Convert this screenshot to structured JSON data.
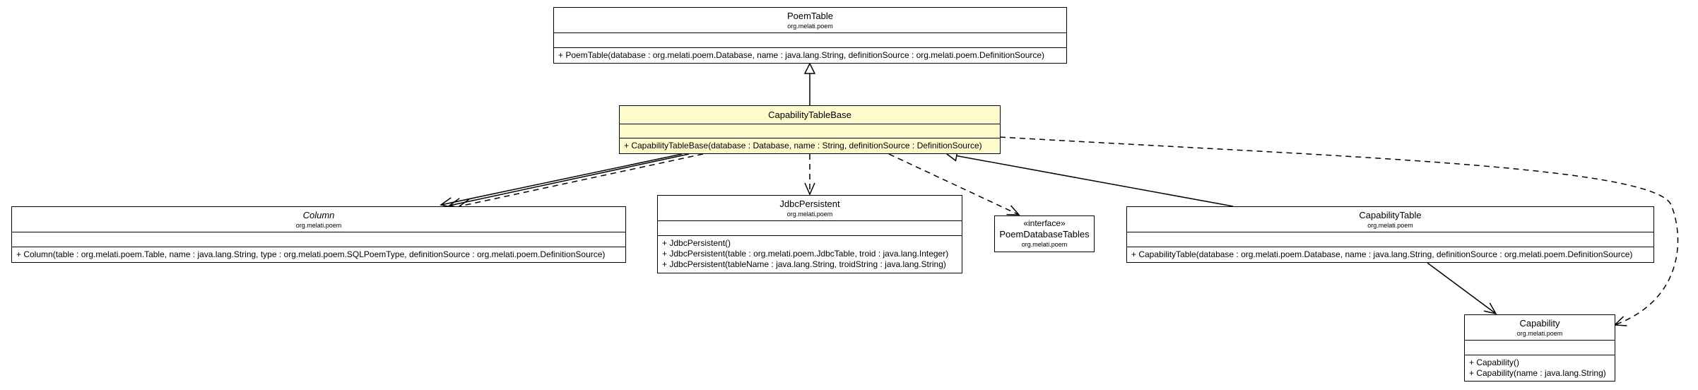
{
  "classes": {
    "poem_table": {
      "name": "PoemTable",
      "package": "org.melati.poem",
      "operations": [
        "+ PoemTable(database : org.melati.poem.Database, name : java.lang.String, definitionSource : org.melati.poem.DefinitionSource)"
      ]
    },
    "capability_table_base": {
      "name": "CapabilityTableBase",
      "operations": [
        "+ CapabilityTableBase(database : Database, name : String, definitionSource : DefinitionSource)"
      ]
    },
    "column": {
      "name": "Column",
      "package": "org.melati.poem",
      "operations": [
        "+ Column(table : org.melati.poem.Table, name : java.lang.String, type : org.melati.poem.SQLPoemType, definitionSource : org.melati.poem.DefinitionSource)"
      ]
    },
    "jdbc_persistent": {
      "name": "JdbcPersistent",
      "package": "org.melati.poem",
      "operations": [
        "+ JdbcPersistent()",
        "+ JdbcPersistent(table : org.melati.poem.JdbcTable, troid : java.lang.Integer)",
        "+ JdbcPersistent(tableName : java.lang.String, troidString : java.lang.String)"
      ]
    },
    "poem_database_tables": {
      "stereotype": "«interface»",
      "name": "PoemDatabaseTables",
      "package": "org.melati.poem"
    },
    "capability_table": {
      "name": "CapabilityTable",
      "package": "org.melati.poem",
      "operations": [
        "+ CapabilityTable(database : org.melati.poem.Database, name : java.lang.String, definitionSource : org.melati.poem.DefinitionSource)"
      ]
    },
    "capability": {
      "name": "Capability",
      "package": "org.melati.poem",
      "operations": [
        "+ Capability()",
        "+ Capability(name : java.lang.String)"
      ]
    }
  },
  "relations": [
    {
      "from": "CapabilityTableBase",
      "to": "PoemTable",
      "kind": "generalization"
    },
    {
      "from": "CapabilityTable",
      "to": "CapabilityTableBase",
      "kind": "generalization"
    },
    {
      "from": "CapabilityTableBase",
      "to": "Column",
      "kind": "association"
    },
    {
      "from": "CapabilityTableBase",
      "to": "Column",
      "kind": "association"
    },
    {
      "from": "CapabilityTableBase",
      "to": "Column",
      "kind": "dependency"
    },
    {
      "from": "CapabilityTableBase",
      "to": "JdbcPersistent",
      "kind": "dependency"
    },
    {
      "from": "CapabilityTableBase",
      "to": "PoemDatabaseTables",
      "kind": "dependency"
    },
    {
      "from": "CapabilityTableBase",
      "to": "Capability",
      "kind": "dependency"
    },
    {
      "from": "CapabilityTable",
      "to": "Capability",
      "kind": "association"
    }
  ],
  "colors": {
    "highlight_fill": "#fdfbcb",
    "box_fill": "#ffffff",
    "stroke": "#000000"
  }
}
